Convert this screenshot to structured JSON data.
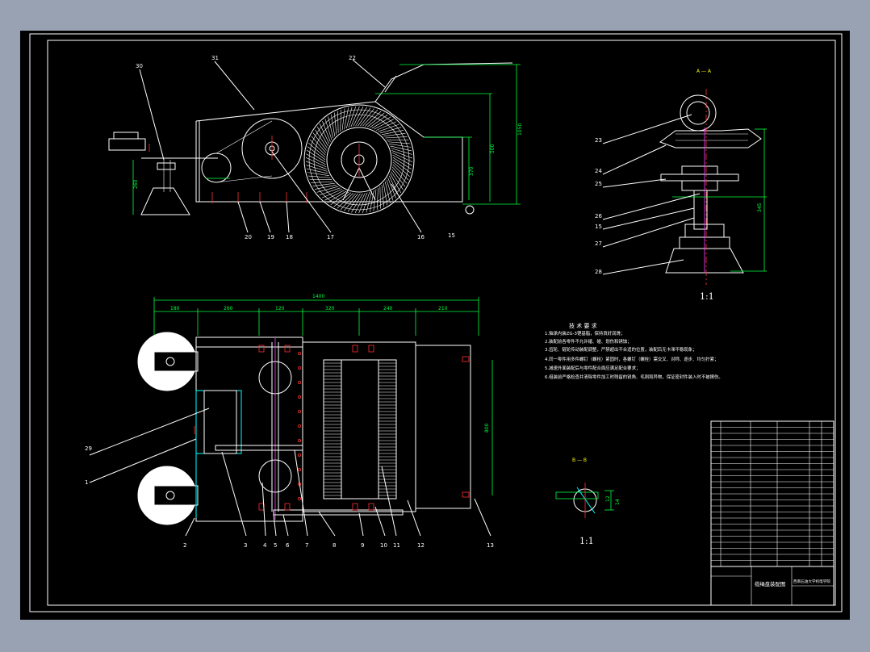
{
  "drawing": {
    "section_labels": {
      "aa": "A — A",
      "bb": "B — B",
      "scale_aa": "1:1",
      "scale_bb": "1:1"
    },
    "side_view": {
      "callouts": [
        "30",
        "31",
        "22",
        "20",
        "19",
        "18",
        "17",
        "16",
        "15"
      ],
      "dims": {
        "height_1": "1050",
        "height_2": "500",
        "height_3": "370",
        "left_h": "260"
      }
    },
    "plan_view": {
      "overall": "1400",
      "segments": [
        "180",
        "260",
        "120",
        "320",
        "240",
        "210"
      ],
      "right_dim": "800",
      "callouts": [
        "29",
        "1",
        "2",
        "3",
        "4",
        "5",
        "6",
        "7",
        "8",
        "9",
        "10",
        "11",
        "12",
        "13"
      ]
    },
    "section_aa": {
      "callouts": [
        "23",
        "24",
        "25",
        "26",
        "15",
        "27",
        "28"
      ],
      "dim": "345"
    },
    "section_bb": {
      "dims": [
        "12",
        "14"
      ]
    },
    "tech_req": {
      "title": "技 术 要 求",
      "lines": [
        "1.轴承内装ZG-3锂基脂，保持良好润滑；",
        "2.装配前各零件不允许磕、碰、划伤和锈蚀；",
        "3.齿轮、链轮传动装配调整，严禁超出不合适的位置，装配后无卡滞不稳现象；",
        "4.同一零件用多件螺钉（螺栓）紧固时，各螺钉（螺栓）需交叉、对称、逐步、均匀拧紧；",
        "5.减速外面装配后与零件配合面应满足配合要求；",
        "6.组装前严格检查并清除零件加工时残留的锐角、毛刺和异物，保证密封件装入时不被擦伤。"
      ]
    },
    "title_block": {
      "drawing_name": "缆绳盘装配图",
      "school": "西南石油大学机电学院",
      "rows": 24
    }
  }
}
